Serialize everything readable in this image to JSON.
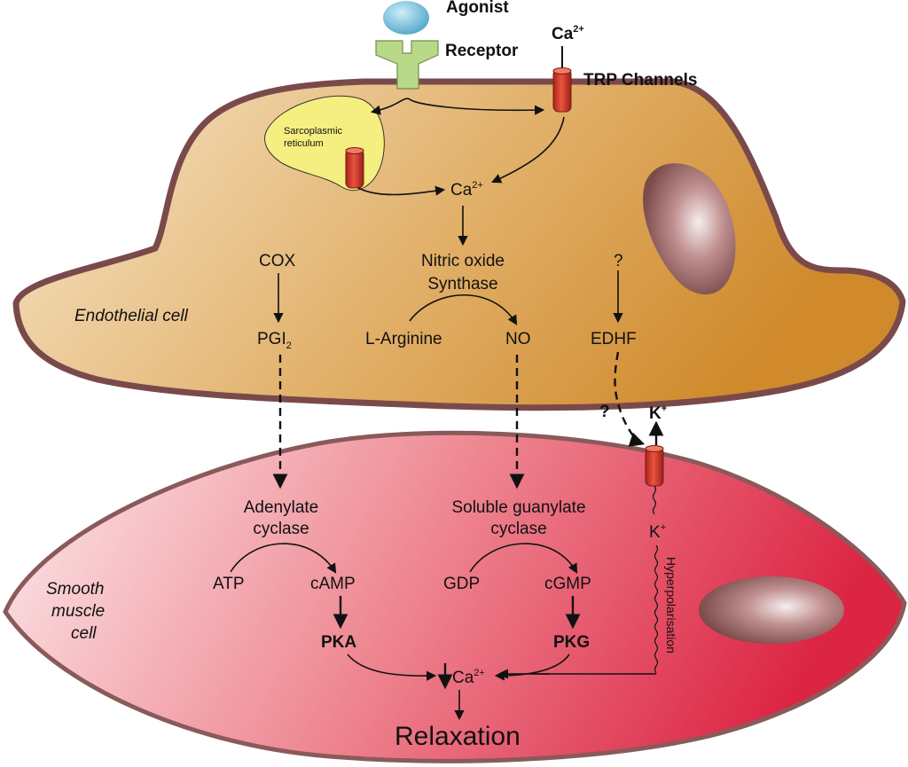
{
  "top": {
    "agonist": "Agonist",
    "receptor": "Receptor",
    "ca_top": "Ca",
    "ca_top_sup": "2+",
    "trp": "TRP Channels"
  },
  "endothelial": {
    "cell_label": "Endothelial cell",
    "sr_line1": "Sarcoplasmic",
    "sr_line2": "reticulum",
    "ca": "Ca",
    "ca_sup": "2+",
    "nos_line1": "Nitric oxide",
    "nos_line2": "Synthase",
    "cox": "COX",
    "pgi": "PGI",
    "pgi_sub": "2",
    "larginine": "L-Arginine",
    "no": "NO",
    "unknown": "?",
    "edhf": "EDHF"
  },
  "between": {
    "unknown2": "?",
    "k_out": "K",
    "k_out_sup": "+"
  },
  "smooth": {
    "cell_label_1": "Smooth",
    "cell_label_2": "muscle",
    "cell_label_3": "cell",
    "ac_line1": "Adenylate",
    "ac_line2": "cyclase",
    "sgc_line1": "Soluble guanylate",
    "sgc_line2": "cyclase",
    "k_in": "K",
    "k_in_sup": "+",
    "atp": "ATP",
    "camp": "cAMP",
    "gdp": "GDP",
    "cgmp": "cGMP",
    "pka": "PKA",
    "pkg": "PKG",
    "ca": "Ca",
    "ca_sup": "2+",
    "hyperpol": "Hyperpolarisation",
    "relaxation": "Relaxation"
  },
  "colors": {
    "endothelial_light": "#f3dcb8",
    "endothelial_dark": "#d6993f",
    "endothelial_border": "#7a4a4a",
    "smooth_light": "#fbe4e6",
    "smooth_dark": "#e2354f",
    "smooth_border": "#8a5a5a",
    "channel": "#d63b2a",
    "sr_fill": "#f4ef80",
    "agonist": "#7fc6e0",
    "receptor": "#b9d98a"
  }
}
